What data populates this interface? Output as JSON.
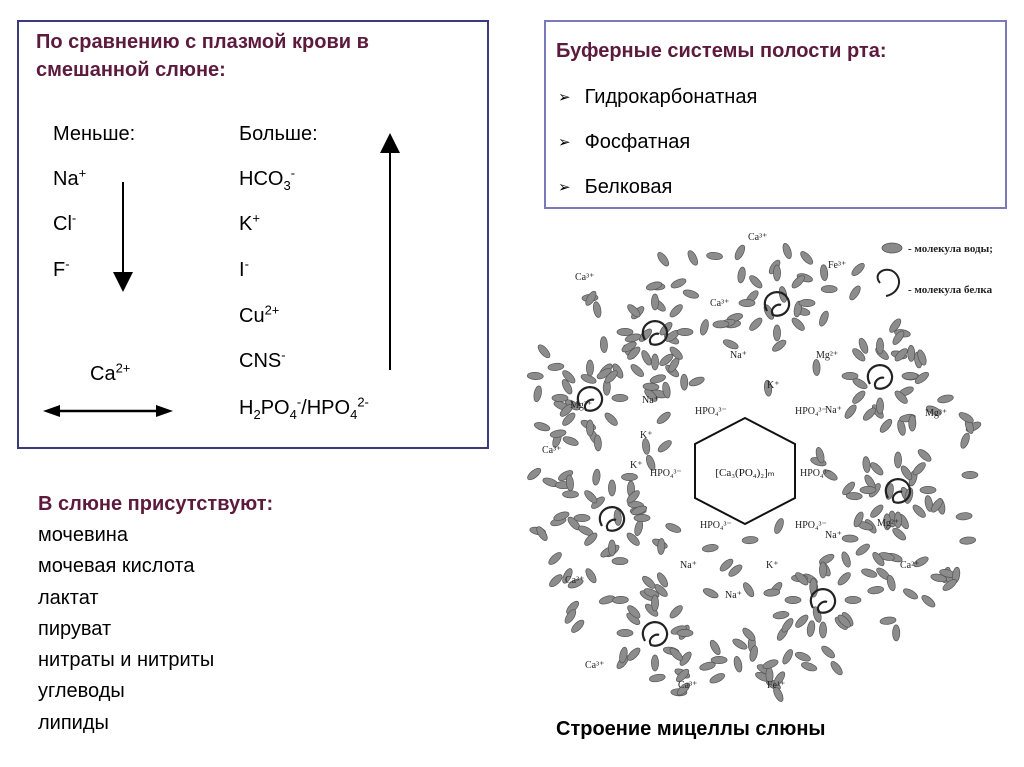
{
  "compare": {
    "title_line1": "По сравнению с плазмой крови в",
    "title_line2": "смешанной слюне:",
    "less_header": "Меньше:",
    "more_header": "Больше:",
    "less_items": [
      {
        "base": "Na",
        "sup": "+"
      },
      {
        "base": "Cl",
        "sup": "-"
      },
      {
        "base": "F",
        "sup": "-"
      }
    ],
    "ca": {
      "base": "Ca",
      "sup": "2+"
    },
    "more_items": [
      {
        "base": "HCO",
        "sub": "3",
        "sup": "-"
      },
      {
        "base": "K",
        "sup": "+"
      },
      {
        "base": "I",
        "sup": "-"
      },
      {
        "base": "Cu",
        "sup": "2+"
      },
      {
        "base": "CNS",
        "sup": "-"
      }
    ],
    "phosphate": {
      "h": "H",
      "h_sub": "2",
      "po4a": "PO",
      "po4a_sub": "4",
      "po4a_sup": "-",
      "slash": "/HPO",
      "po4b_sub": "4",
      "po4b_sup": "2-"
    }
  },
  "buffers": {
    "title": "Буферные системы полости рта:",
    "items": [
      "Гидрокарбонатная",
      "Фосфатная",
      "Белковая"
    ],
    "bullet": "➢"
  },
  "present": {
    "title": "В слюне присутствуют:",
    "items": [
      "мочевина",
      "мочевая кислота",
      "лактат",
      "пируват",
      "нитраты и нитриты",
      "углеводы",
      "липиды"
    ]
  },
  "micelle": {
    "caption": "Строение мицеллы слюны",
    "legend_water": "- молекула воды;",
    "legend_protein": "- молекула белка",
    "core_label": "[Ca₃(PO₄)₂]ₘ",
    "hpo4": "HPO₄³⁻",
    "ions": [
      "Ca³⁺",
      "Fe³⁺",
      "Mg²⁺",
      "Na⁺",
      "K⁺",
      "Ca²⁺",
      "Fe¹⁺",
      "Mg³⁺"
    ]
  },
  "colors": {
    "title": "#5c1a3d",
    "box_border": "#3b3a7c",
    "buffer_border": "#7a7ab8",
    "ion": "#333333",
    "water": "#888888"
  }
}
